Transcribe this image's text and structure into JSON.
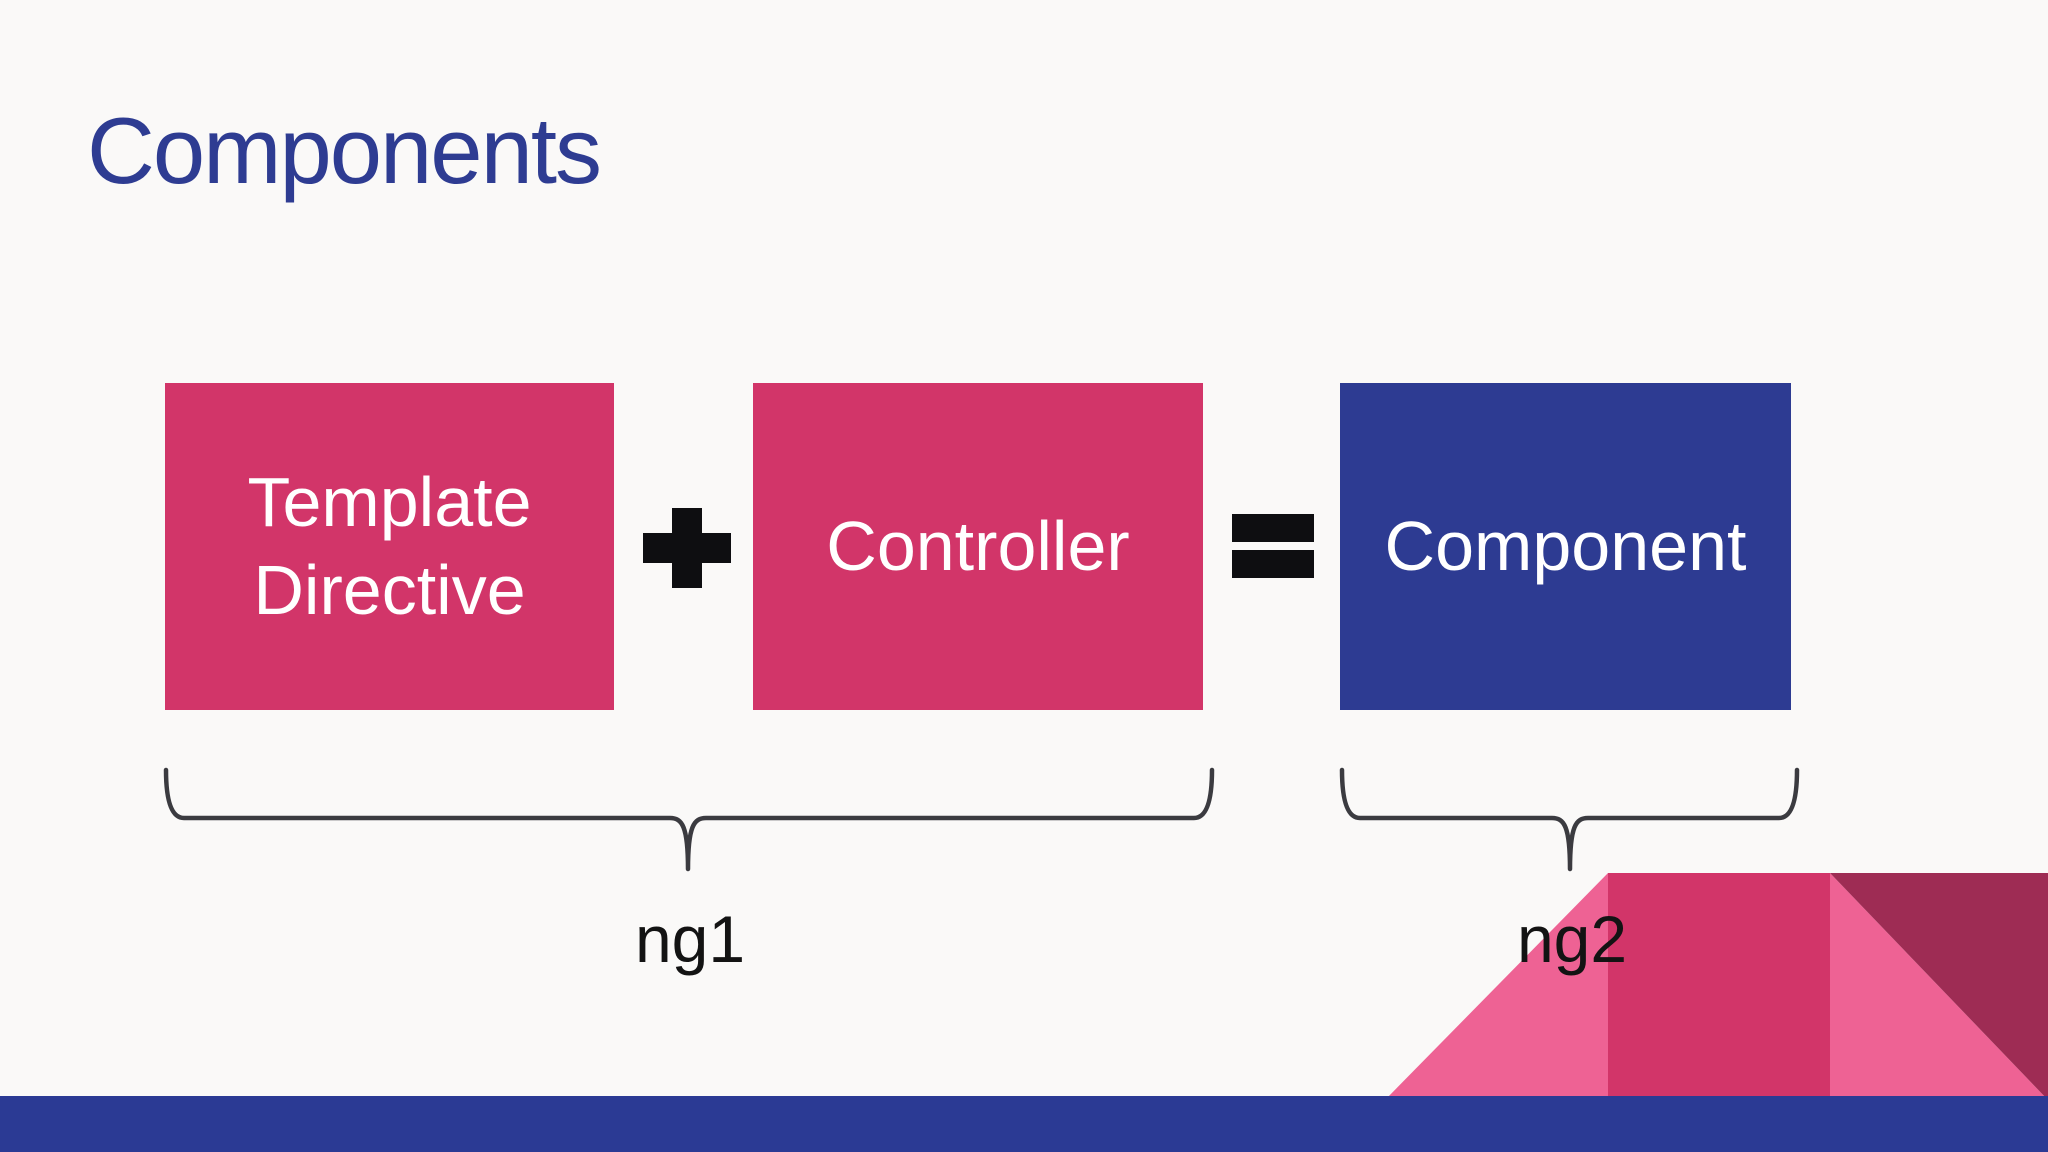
{
  "slide": {
    "title": "Components",
    "equation": {
      "boxes": [
        {
          "id": "template-directive",
          "lines": [
            "Template",
            "Directive"
          ],
          "fill": "#d23569",
          "text_color": "#ffffff"
        },
        {
          "id": "controller",
          "lines": [
            "Controller"
          ],
          "fill": "#d23569",
          "text_color": "#ffffff"
        },
        {
          "id": "component",
          "lines": [
            "Component"
          ],
          "fill": "#2d3b92",
          "text_color": "#ffffff"
        }
      ],
      "operators": [
        {
          "name": "plus",
          "glyph": "+"
        },
        {
          "name": "equals",
          "glyph": "="
        }
      ]
    },
    "annotations": [
      {
        "label": "ng1"
      },
      {
        "label": "ng2"
      }
    ],
    "colors": {
      "background": "#faf9f8",
      "title_blue": "#2e3c92",
      "box_pink": "#d23569",
      "box_indigo": "#2d3b92",
      "operator_black": "#0e0e11",
      "brace_gray": "#3b3b40",
      "decoration_light_pink": "#ee6294",
      "decoration_medium_pink": "#d23569",
      "decoration_maroon": "#9e2c54",
      "footer_blue": "#2b3a94"
    }
  }
}
